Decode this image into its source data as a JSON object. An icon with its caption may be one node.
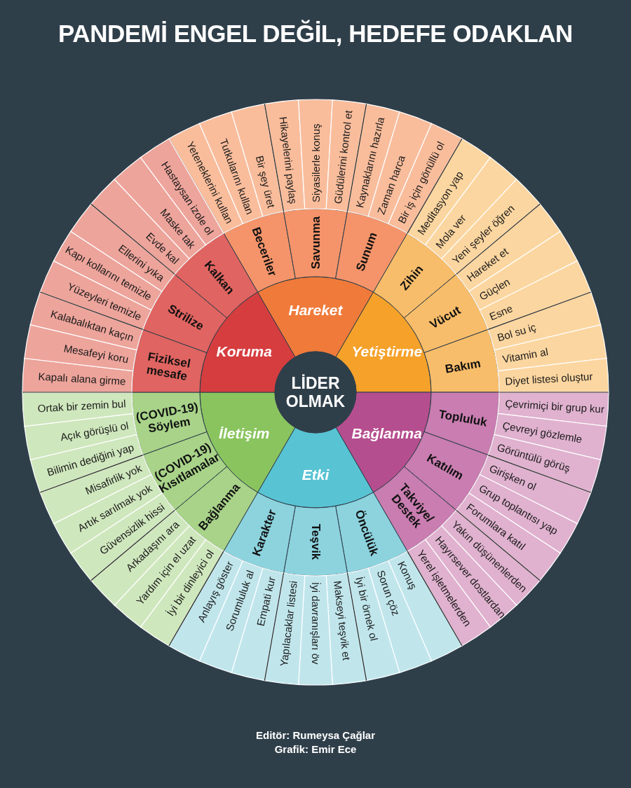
{
  "diagram": {
    "title": "PANDEMİ ENGEL DEĞİL, HEDEFE ODAKLAN",
    "nodes": [
      {
        "text": [
          "LİDER OLMAK"
        ]
      },
      {
        "text": [
          "Hareket"
        ]
      },
      {
        "text": [
          "Beceriler"
        ]
      },
      {
        "text": [
          "Yeteneklerini kullan"
        ]
      },
      {
        "text": [
          "Tutkularını kullan"
        ]
      },
      {
        "text": [
          "Bir şey üret"
        ]
      },
      {
        "text": [
          "Savunma"
        ]
      },
      {
        "text": [
          "Hikayelerini paylaş"
        ]
      },
      {
        "text": [
          "Siyasilerle konuş"
        ]
      },
      {
        "text": [
          "Güdülerini kontrol et"
        ]
      },
      {
        "text": [
          "Sunum"
        ]
      },
      {
        "text": [
          "Kaynaklarını hazırla"
        ]
      },
      {
        "text": [
          "Zaman harca"
        ]
      },
      {
        "text": [
          "Bir iş için gönüllü ol"
        ]
      },
      {
        "text": [
          "Yetiştirme"
        ]
      },
      {
        "text": [
          "Zihin"
        ]
      },
      {
        "text": [
          "Meditasyon yap"
        ]
      },
      {
        "text": [
          "Mola ver"
        ]
      },
      {
        "text": [
          "Yeni şeyler öğren"
        ]
      },
      {
        "text": [
          "Vücut"
        ]
      },
      {
        "text": [
          "Hareket et"
        ]
      },
      {
        "text": [
          "Güçlen"
        ]
      },
      {
        "text": [
          "Esne"
        ]
      },
      {
        "text": [
          "Bakım"
        ]
      },
      {
        "text": [
          "Bol su iç"
        ]
      },
      {
        "text": [
          "Vitamin al"
        ]
      },
      {
        "text": [
          "Diyet listesi oluştur"
        ]
      },
      {
        "text": [
          "Bağlanma"
        ]
      },
      {
        "text": [
          "Topluluk"
        ]
      },
      {
        "text": [
          "Çevrimiçi bir grup kur"
        ]
      },
      {
        "text": [
          "Çevreyi gözlemle"
        ]
      },
      {
        "text": [
          "Görüntülü görüş"
        ]
      },
      {
        "text": [
          "Katılım"
        ]
      },
      {
        "text": [
          "Girişken ol"
        ]
      },
      {
        "text": [
          "Grup toplantısı yap"
        ]
      },
      {
        "text": [
          "Forumlara katıl"
        ]
      },
      {
        "text": [
          "Takviye/ Destek"
        ]
      },
      {
        "text": [
          "Yakın düşünenlerden"
        ]
      },
      {
        "text": [
          "Hayırsever dostlardan"
        ]
      },
      {
        "text": [
          "Yerel işletmelerden"
        ]
      },
      {
        "text": [
          "Etki"
        ]
      },
      {
        "text": [
          "Öncülük"
        ]
      },
      {
        "text": [
          "Konuş"
        ]
      },
      {
        "text": [
          "Sorun çöz"
        ]
      },
      {
        "text": [
          "İyi bir örnek ol"
        ]
      },
      {
        "text": [
          "Teşvik"
        ]
      },
      {
        "text": [
          "Makseyi teşvik et"
        ]
      },
      {
        "text": [
          "İyi davranışları öv"
        ]
      },
      {
        "text": [
          "Yapılacaklar listesi"
        ]
      },
      {
        "text": [
          "Karakter"
        ]
      },
      {
        "text": [
          "Empati kur"
        ]
      },
      {
        "text": [
          "Sorumluluk al"
        ]
      },
      {
        "text": [
          "Anlayış göster"
        ]
      },
      {
        "text": [
          "İletişim"
        ]
      },
      {
        "text": [
          "Bağlanma"
        ]
      },
      {
        "text": [
          "İyi bir dinleyici ol"
        ]
      },
      {
        "text": [
          "Yardım için el uzat"
        ]
      },
      {
        "text": [
          "Arkadaşını ara"
        ]
      },
      {
        "text": [
          "(COVID-19) Kısıtlamalar"
        ]
      },
      {
        "text": [
          "Güvensizlik hissi"
        ]
      },
      {
        "text": [
          "Artık sarılmak yok"
        ]
      },
      {
        "text": [
          "Misafirlik yok"
        ]
      },
      {
        "text": [
          "(COVID-19) Söylem"
        ]
      },
      {
        "text": [
          "Bilimin dediğini yap"
        ]
      },
      {
        "text": [
          "Açık görüşlü ol"
        ]
      },
      {
        "text": [
          "Ortak bir zemin bul"
        ]
      },
      {
        "text": [
          "Koruma"
        ]
      },
      {
        "text": [
          "Fiziksel mesafe"
        ]
      },
      {
        "text": [
          "Kapalı alana girme"
        ]
      },
      {
        "text": [
          "Mesafeyi koru"
        ]
      },
      {
        "text": [
          "Kalabalıktan kaçın"
        ]
      },
      {
        "text": [
          "Strilize"
        ]
      },
      {
        "text": [
          "Yüzeyleri temizle"
        ]
      },
      {
        "text": [
          "Kapı kollarını temizle"
        ]
      },
      {
        "text": [
          "Ellerini yıka"
        ]
      },
      {
        "text": [
          "Kalkan"
        ]
      },
      {
        "text": [
          "Evde kal"
        ]
      },
      {
        "text": [
          "Maske tak"
        ]
      },
      {
        "text": [
          "Hastaysan izole ol"
        ]
      }
    ],
    "labels": [
      "Editör: Rumeysa Çağlar",
      "Grafik: Emir Ece"
    ]
  }
}
